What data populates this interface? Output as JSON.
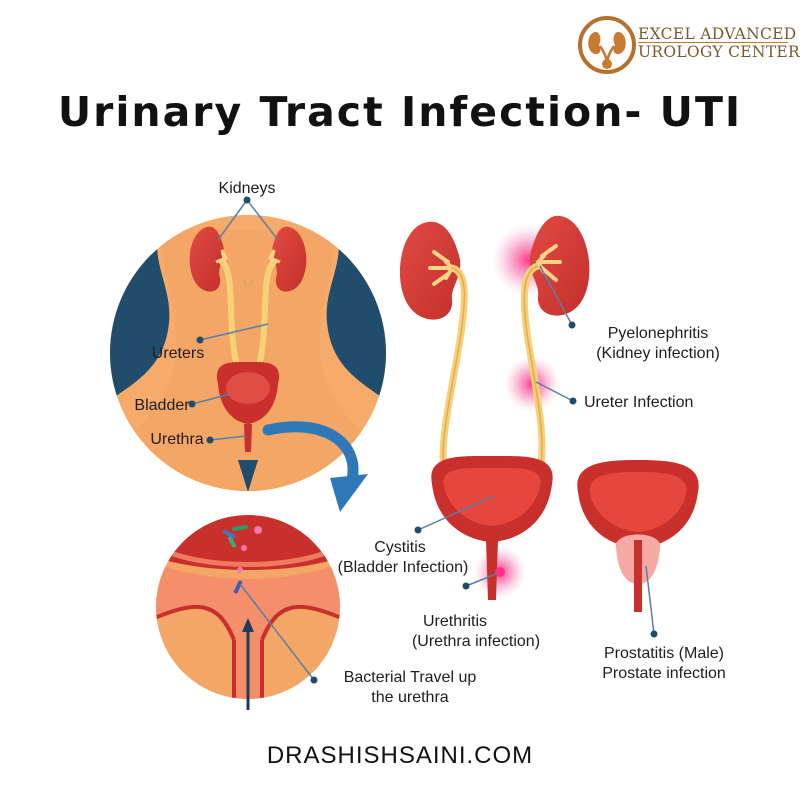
{
  "brand": {
    "line1": "EXCEL ADVANCED",
    "line2": "UROLOGY CENTER"
  },
  "title": "Urinary Tract Infection- UTI",
  "labels": {
    "kidneys": "Kidneys",
    "ureters": "Ureters",
    "bladder": "Bladder",
    "urethra": "Urethra",
    "pyelonephritis": "Pyelonephritis",
    "pyelonephritis_sub": "(Kidney infection)",
    "ureter_infection": "Ureter Infection",
    "cystitis": "Cystitis",
    "cystitis_sub": "(Bladder Infection)",
    "urethritis": "Urethritis",
    "urethritis_sub": "(Urethra infection)",
    "prostatitis": "Prostatitis (Male)",
    "prostatitis_sub": "Prostate infection",
    "bacterial": "Bacterial Travel up",
    "bacterial_sub": "the urethra"
  },
  "footer": "DRASHISHSAINI.COM",
  "colors": {
    "skin": "#f7b06f",
    "dark_blue": "#1f4d6b",
    "kidney_red": "#d93a36",
    "ureter_yellow": "#f5d27a",
    "bladder_red": "#c9302b",
    "infection_pink": "#f06ea8",
    "arrow_blue": "#2f78b8",
    "logo_brown": "#7a5a2e"
  }
}
